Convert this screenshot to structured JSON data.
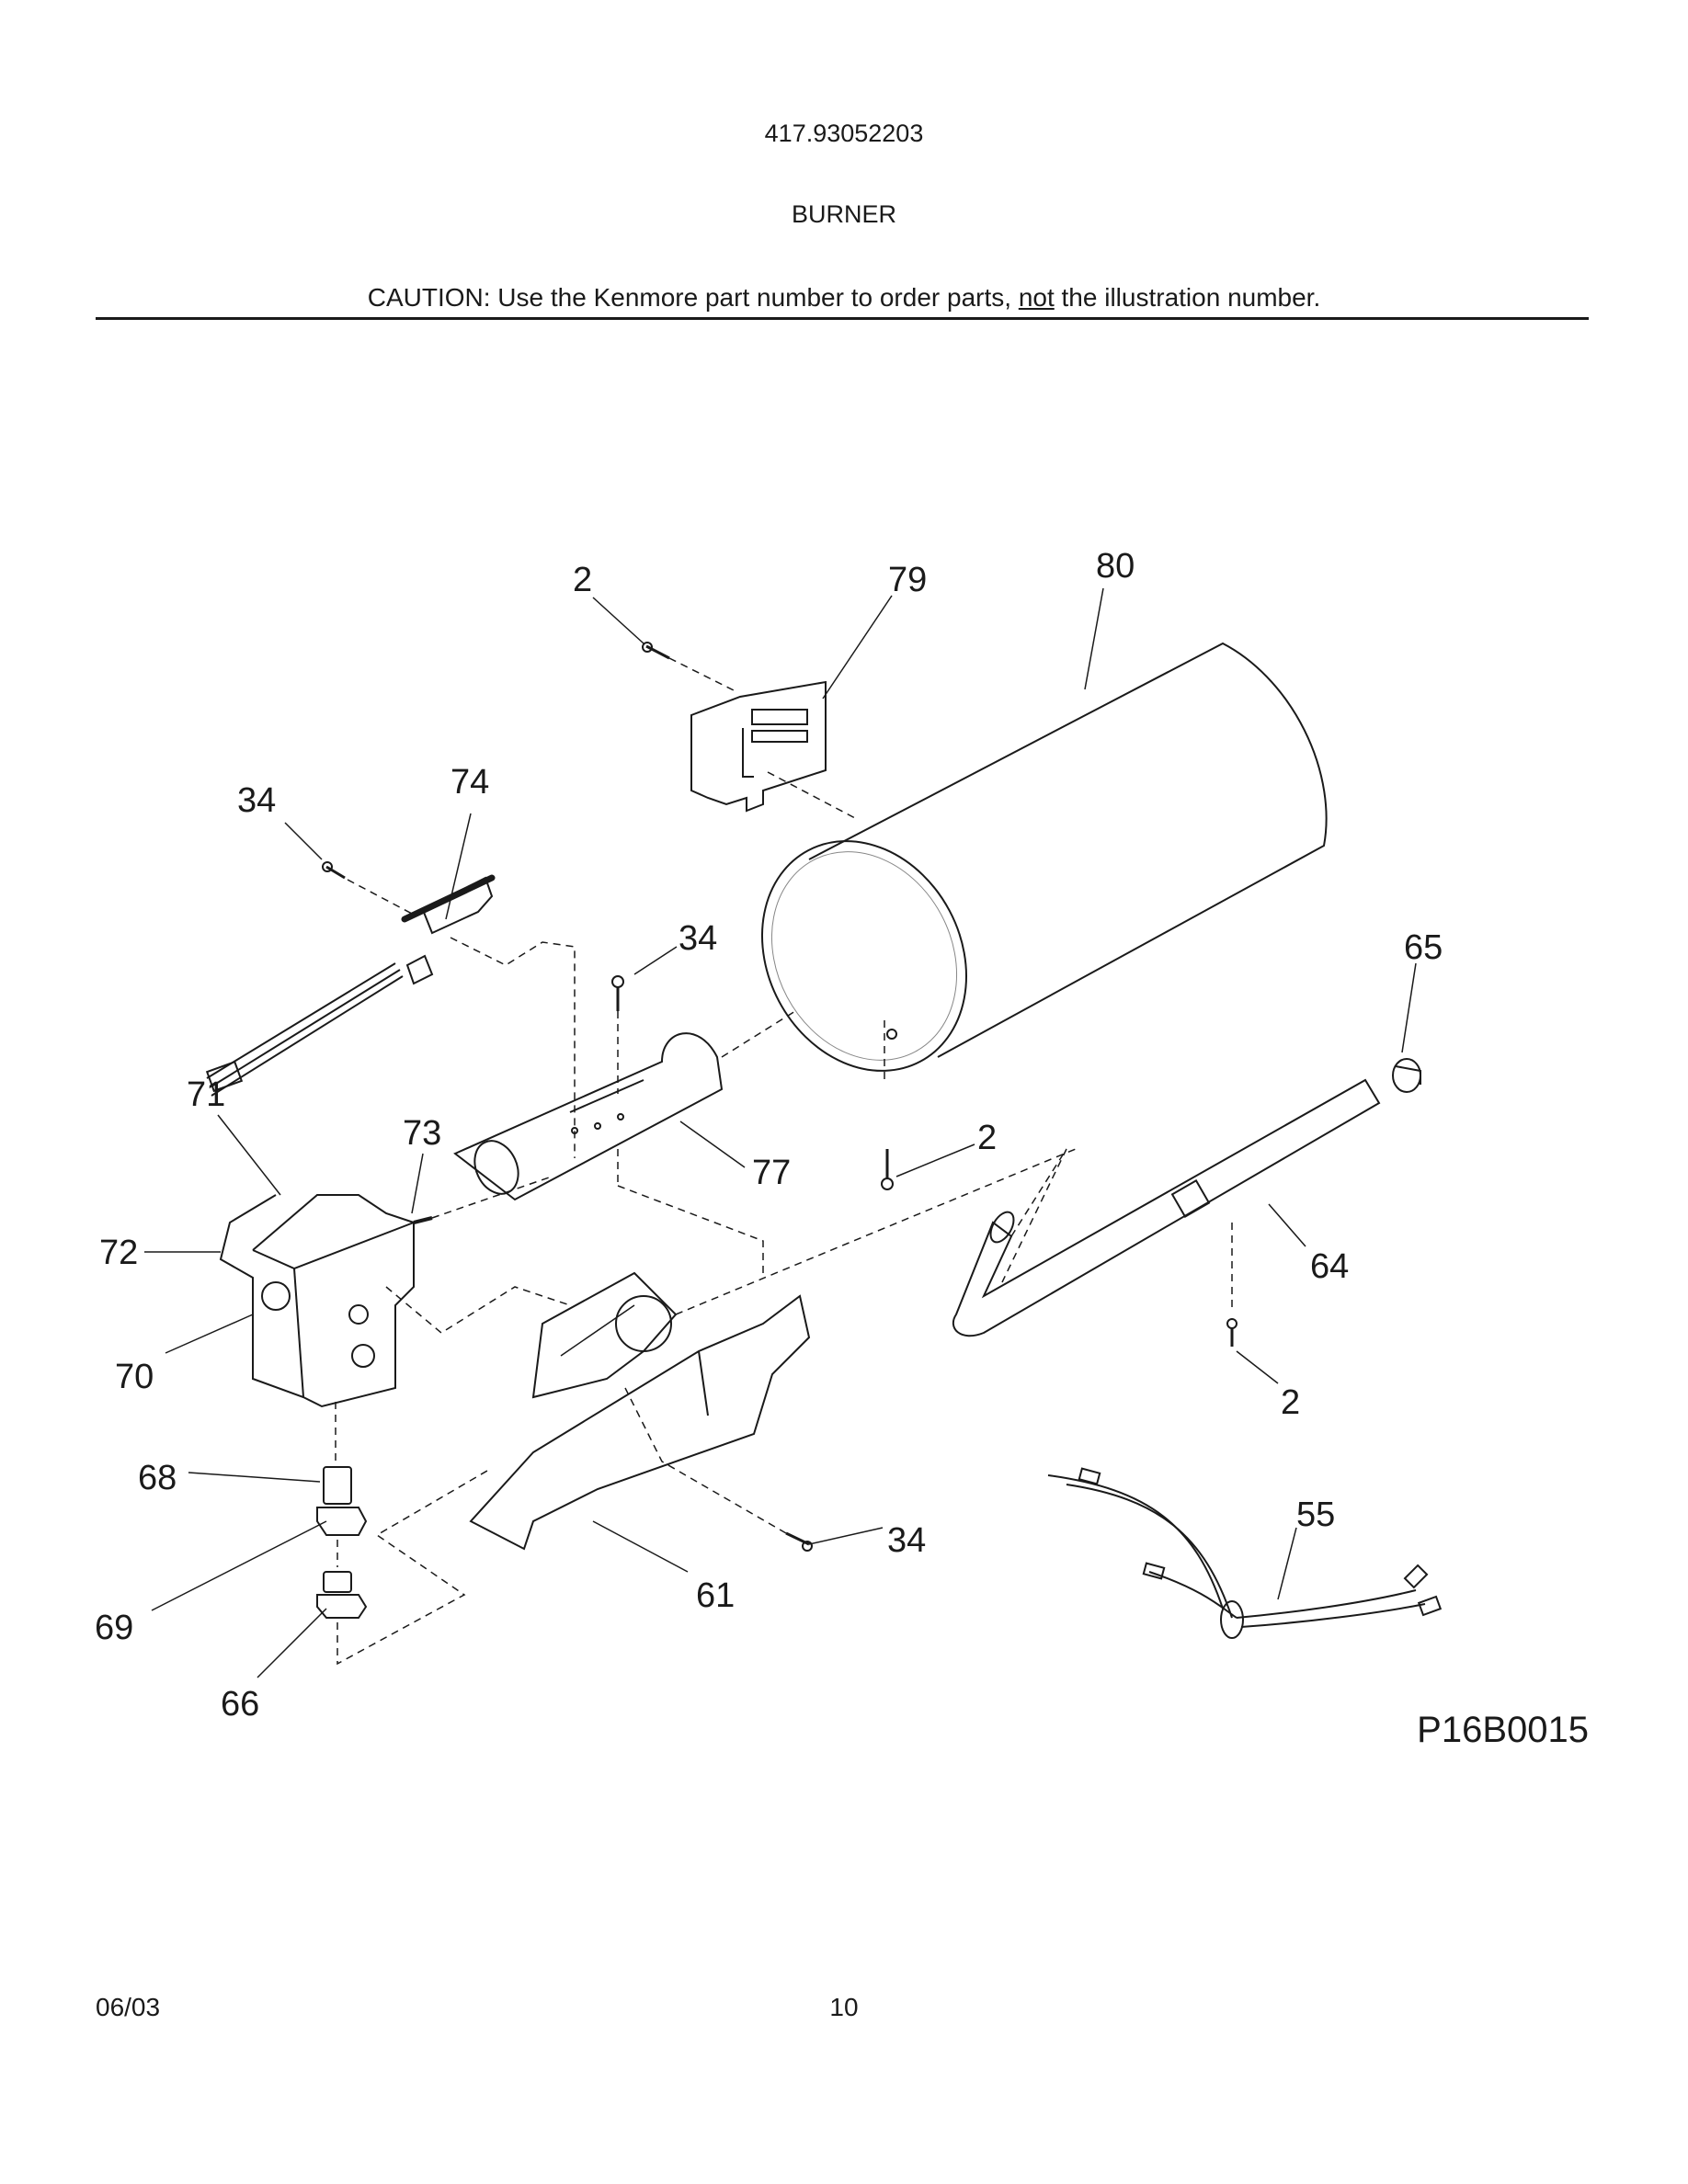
{
  "header": {
    "model_number": "417.93052203",
    "section_title": "BURNER",
    "caution_prefix": "CAUTION: Use the Kenmore part number to order parts, ",
    "caution_underlined": "not",
    "caution_suffix": " the illustration number."
  },
  "diagram": {
    "callouts": {
      "c2_top": "2",
      "c79": "79",
      "c80": "80",
      "c34_left": "34",
      "c74": "74",
      "c34_mid": "34",
      "c65": "65",
      "c71": "71",
      "c73": "73",
      "c77": "77",
      "c2_mid": "2",
      "c72": "72",
      "c64": "64",
      "c70": "70",
      "c2_right": "2",
      "c68": "68",
      "c55": "55",
      "c34_bottom": "34",
      "c69": "69",
      "c61": "61",
      "c66": "66"
    },
    "code": "P16B0015"
  },
  "footer": {
    "date": "06/03",
    "page_number": "10"
  }
}
